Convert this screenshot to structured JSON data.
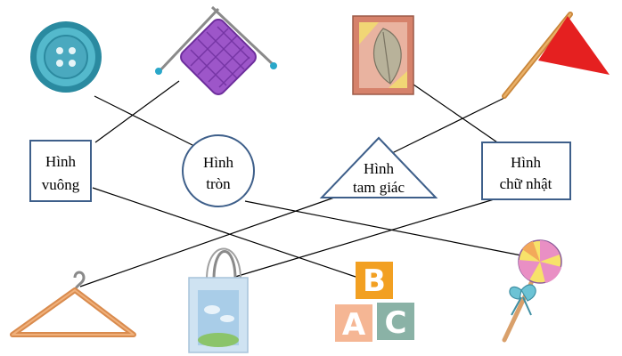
{
  "labels": {
    "square": [
      "Hình",
      "vuông"
    ],
    "circle": [
      "Hình",
      "tròn"
    ],
    "triangle": [
      "Hình",
      "tam giác"
    ],
    "rectangle": [
      "Hình",
      "chữ nhật"
    ]
  },
  "blocks": {
    "b": "B",
    "a": "A",
    "c": "C"
  },
  "objects": [
    "button",
    "knitting",
    "leaf-picture",
    "flag",
    "clothes-hanger",
    "gift-bag",
    "alphabet-blocks",
    "lollipop"
  ],
  "links": [
    [
      "button",
      "circle"
    ],
    [
      "knitting",
      "square"
    ],
    [
      "leaf-picture",
      "rectangle"
    ],
    [
      "flag",
      "triangle"
    ],
    [
      "square",
      "alphabet-blocks"
    ],
    [
      "circle",
      "lollipop"
    ],
    [
      "triangle",
      "clothes-hanger"
    ],
    [
      "rectangle",
      "gift-bag"
    ]
  ],
  "colors": {
    "line": "#000000",
    "shape_border": "#3e5f8a"
  }
}
